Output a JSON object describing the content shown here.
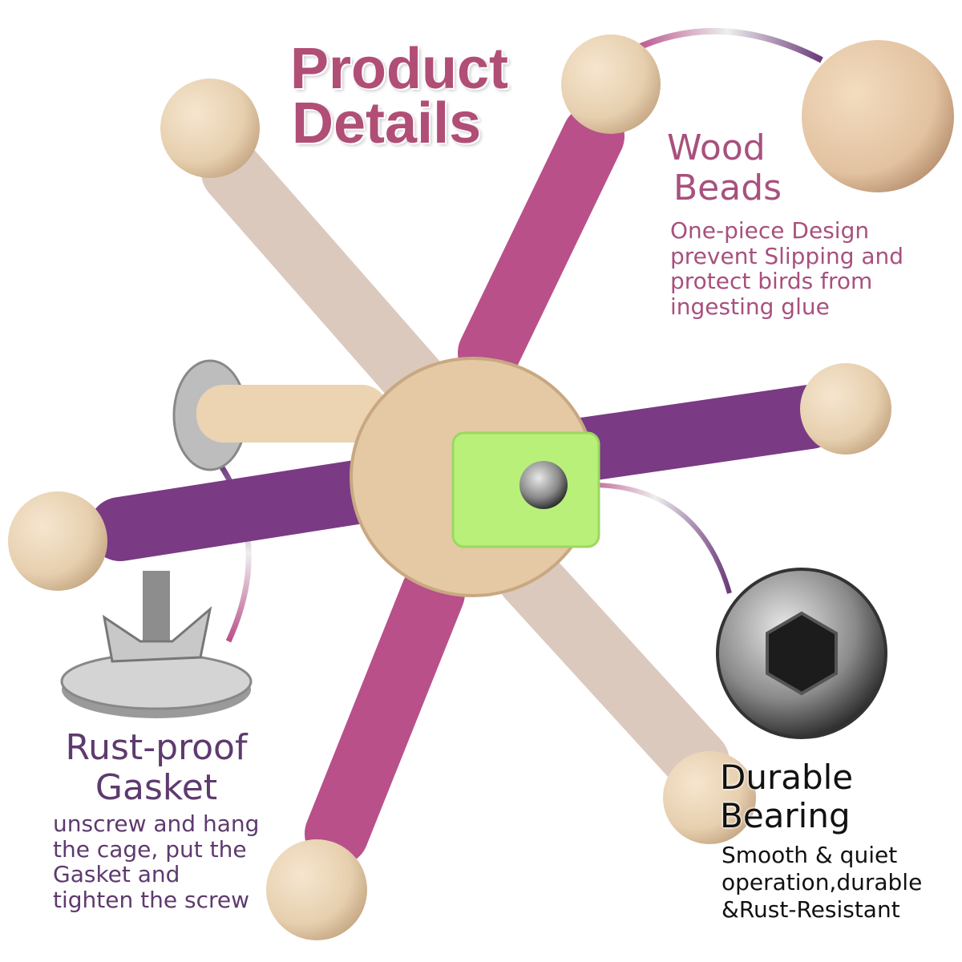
{
  "title": {
    "line1": "Product",
    "line2": "Details"
  },
  "features": {
    "wood_beads": {
      "heading_line1": "Wood",
      "heading_line2": "Beads",
      "body": "One-piece Design prevent Slipping and protect birds from ingesting glue"
    },
    "rust_proof": {
      "heading_line1": "Rust-proof",
      "heading_line2": "Gasket",
      "body": "unscrew and hang the cage, put the Gasket and tighten the screw"
    },
    "durable": {
      "heading_line1": "Durable",
      "heading_line2": "Bearing",
      "body": "Smooth & quiet operation,durable &Rust-Resistant"
    }
  },
  "colors": {
    "title": "#b04e76",
    "wood_text": "#a8507e",
    "rust_text": "#5e3a6e",
    "rope_pink": "#b9508a",
    "rope_purple": "#7a3a84",
    "rope_beige": "#dcc9bd",
    "wood": "#e9d3b4",
    "cube": "#b8f07a"
  }
}
